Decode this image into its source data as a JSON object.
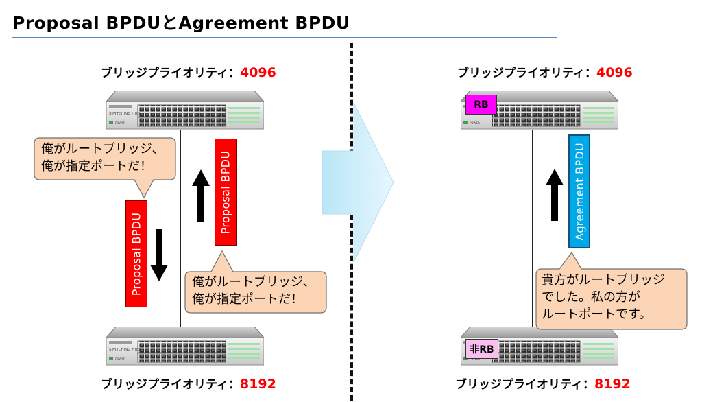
{
  "title": "Proposal BPDUとAgreement BPDU",
  "left_panel": {
    "top_switch": {
      "priority_label": "ブリッジプライオリティ：",
      "priority_value": "4096",
      "model_text": "SWITCHING HUB",
      "power_text": "POWER"
    },
    "bottom_switch": {
      "priority_label": "ブリッジプライオリティ：",
      "priority_value": "8192",
      "model_text": "SWITCHING HUB",
      "power_text": "POWER"
    },
    "callout_top": {
      "line1": "俺がルートブリッジ、",
      "line2": "俺が指定ポートだ！"
    },
    "callout_bottom": {
      "line1": "俺がルートブリッジ、",
      "line2": "俺が指定ポートだ！"
    },
    "bpdu_down": "Proposal BPDU",
    "bpdu_up": "Proposal BPDU"
  },
  "right_panel": {
    "top_switch": {
      "priority_label": "ブリッジプライオリティ：",
      "priority_value": "4096",
      "badge": "RB",
      "power_text": "POWER"
    },
    "bottom_switch": {
      "priority_label": "ブリッジプライオリティ：",
      "priority_value": "8192",
      "badge": "非RB",
      "power_text": "POWER"
    },
    "callout": {
      "line1": "貴方がルートブリッジ",
      "line2": "でした。私の方が",
      "line3": "ルートポートです。"
    },
    "bpdu_up": "Agreement BPDU"
  },
  "colors": {
    "priority_value": "#ff0000",
    "proposal_bpdu": "#ff0000",
    "agreement_bpdu": "#00a8e8",
    "rb_badge": "#ff00ff",
    "nonrb_badge": "#f8bff0",
    "callout_fill": "#fbd5b5",
    "transition_arrow": "#cdeefa",
    "title_rule": "#5b87c5"
  },
  "icons": [
    "switch-icon",
    "arrow-up-icon",
    "arrow-down-icon",
    "transition-arrow-icon"
  ]
}
